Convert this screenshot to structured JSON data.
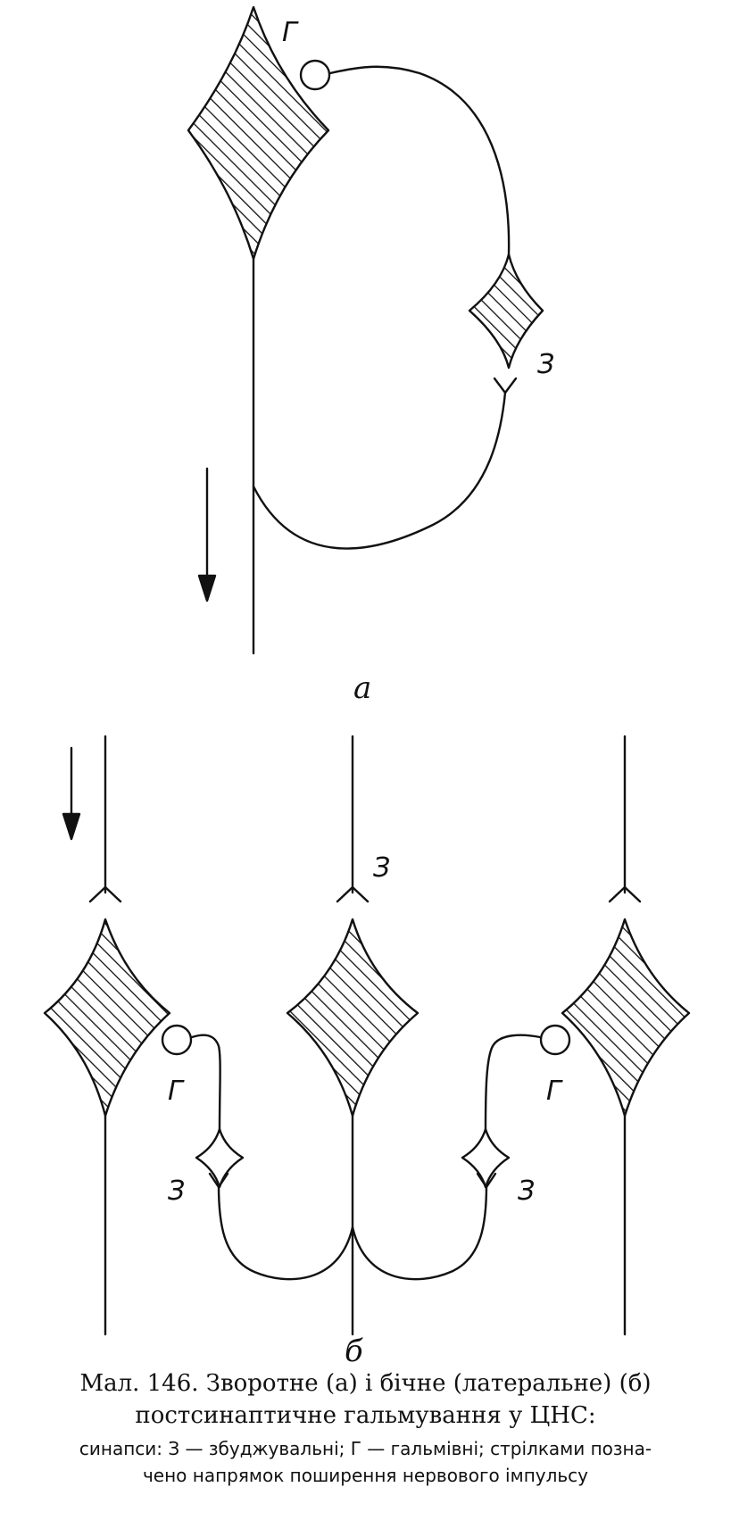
{
  "labels": {
    "inhibitory": "Г",
    "excitatory": "З"
  },
  "panels": {
    "a": "а",
    "b": "б"
  },
  "caption": {
    "title_line1": "Мал. 146. Зворотне (а) і бічне (латеральне) (б)",
    "title_line2": "постсинаптичне гальмування у ЦНС:",
    "legend_line1": "синапси: З — збуджувальні; Г — гальмівні; стрілками позна-",
    "legend_line2": "чено напрямок поширення нервового імпульсу"
  }
}
